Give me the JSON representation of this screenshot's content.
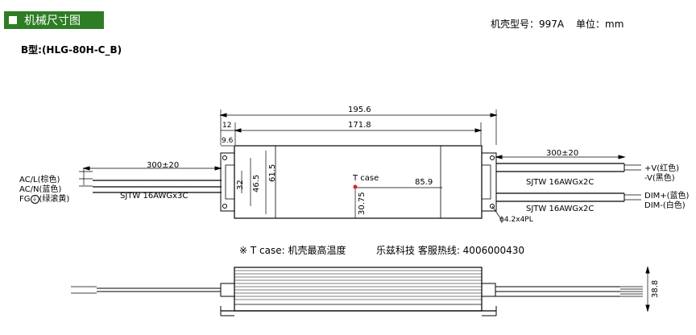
{
  "header": {
    "title": "机械尺寸图",
    "model": "机壳型号：997A",
    "unit": "单位：mm",
    "variant": "B型:(HLG-80H-C_B)"
  },
  "dimensions": {
    "overall_length": "195.6",
    "case_length": "171.8",
    "end_offset": "12",
    "mount_offset": "9.6",
    "width_outer": "61.5",
    "width_inner": "46.5",
    "width_small": "32",
    "tcase_x": "85.9",
    "tcase_y": "30.75",
    "height": "38.8",
    "hole": "ϕ4.2x4PL"
  },
  "cables": {
    "ac_length": "300±20",
    "dc_length": "300±20",
    "ac_cable": "SJTW 16AWGx3C",
    "dc_cable_top": "SJTW 16AWGx2C",
    "dc_cable_bottom": "SJTW 16AWGx2C"
  },
  "wires": {
    "acl": "AC/L(棕色)",
    "acn": "AC/N(蓝色)",
    "fg_prefix": "FG",
    "fg_suffix": "(绿滚黄)",
    "vplus": "+V(红色)",
    "vminus": "-V(黑色)",
    "dimplus": "DIM+(蓝色)",
    "dimminus": "DIM-(白色)"
  },
  "tcase_label": "T case",
  "notes": {
    "tcase_note": "※ T case: 机壳最高温度",
    "hotline": "乐兹科技 客服热线: 4006000430"
  },
  "colors": {
    "title_bg": "#2e7d24",
    "tcase_dot": "#e02020"
  }
}
